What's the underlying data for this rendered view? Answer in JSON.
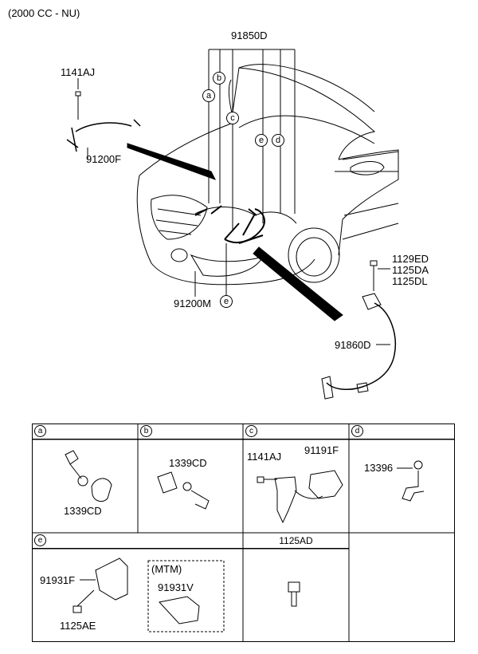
{
  "header": {
    "engine_note": "(2000 CC - NU)"
  },
  "main_labels": {
    "part_91850d": "91850D",
    "part_1141aj": "1141AJ",
    "part_91200f": "91200F",
    "part_91200m": "91200M",
    "part_1129ed": "1129ED",
    "part_1125da": "1125DA",
    "part_1125dl": "1125DL",
    "part_91860d": "91860D"
  },
  "callouts": {
    "a": "a",
    "b": "b",
    "c": "c",
    "d": "d",
    "e": "e"
  },
  "detail_cells": {
    "a": {
      "key": "a",
      "part": "1339CD"
    },
    "b": {
      "key": "b",
      "part": "1339CD"
    },
    "c": {
      "key": "c",
      "part1": "1141AJ",
      "part2": "91191F"
    },
    "d": {
      "key": "d",
      "part": "13396"
    },
    "e": {
      "key": "e",
      "part1": "91931F",
      "part2": "1125AE",
      "mtm_label": "(MTM)",
      "part3": "91931V"
    },
    "f": {
      "title": "1125AD"
    }
  }
}
